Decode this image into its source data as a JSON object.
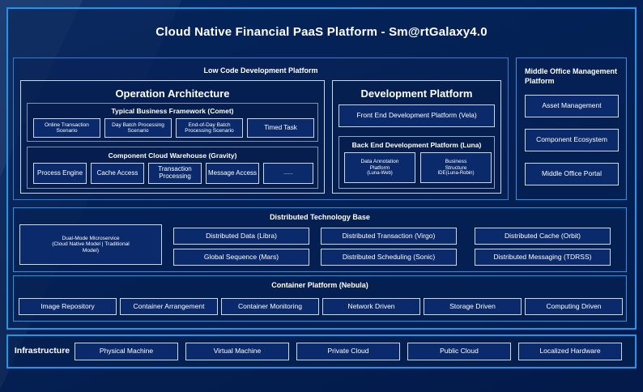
{
  "title": "Cloud Native Financial PaaS Platform - Sm@rtGalaxy4.0",
  "colors": {
    "accent": "#2196e8",
    "panel_border": "#2f7fd0",
    "chip_border": "#cdd9ea",
    "chip_fill": "#0a2a6b",
    "background": "#052a66",
    "text": "#ffffff"
  },
  "low_code": {
    "title": "Low Code Development Platform",
    "operation_architecture": {
      "title": "Operation Architecture",
      "typical_business_framework": {
        "title": "Typical Business Framework (Comet)",
        "items": [
          "Online Transaction Scenario",
          "Day Batch Processing Scenario",
          "End-of-Day Batch Processing Scenario",
          "Timed Task"
        ]
      },
      "component_cloud_warehouse": {
        "title": "Component Cloud Warehouse (Gravity)",
        "items": [
          "Process Engine",
          "Cache Access",
          "Transaction Processing",
          "Message Access",
          "......"
        ]
      }
    },
    "development_platform": {
      "title": "Development Platform",
      "front_end": "Front End Development Platform (Vela)",
      "back_end": {
        "title": "Back End Development Platform (Luna)",
        "items": [
          {
            "line1": "Data Annotation",
            "line2": "Platform",
            "line3": "(Luna-Web)"
          },
          {
            "line1": "Business",
            "line2": "Structure",
            "line3": "IDE(Luna-Robin)"
          }
        ]
      }
    }
  },
  "middle_office": {
    "title": "Middle Office Management Platform",
    "items": [
      "Asset Management",
      "Component Ecosystem",
      "Middle Office Portal"
    ]
  },
  "distributed_technology_base": {
    "title": "Distributed Technology Base",
    "wide_item": "Dual-Mode Microservice (Cloud Native Model | Traditional Model)",
    "wide_item_lines": [
      "Dual-Mode Microservice",
      "(Cloud Native Model | Traditional",
      "Model)"
    ],
    "grid_items": [
      "Distributed Data (Libra)",
      "Distributed Transaction (Virgo)",
      "Distributed Cache (Orbit)",
      "Global Sequence (Mars)",
      "Distributed Scheduling (Sonic)",
      "Distributed Messaging (TDRSS)"
    ]
  },
  "container_platform": {
    "title": "Container Platform (Nebula)",
    "items": [
      "Image Repository",
      "Container Arrangement",
      "Container Monitoring",
      "Network Driven",
      "Storage Driven",
      "Computing Driven"
    ]
  },
  "infrastructure": {
    "label": "Infrastructure",
    "items": [
      "Physical Machine",
      "Virtual Machine",
      "Private Cloud",
      "Public Cloud",
      "Localized Hardware"
    ]
  }
}
